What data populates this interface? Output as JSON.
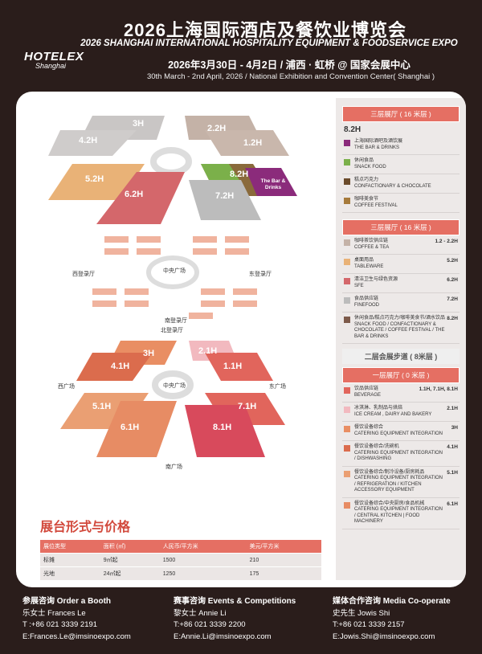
{
  "header": {
    "logo_text": "HOTELEX",
    "logo_sub": "Shanghai",
    "title_cn": "2026上海国际酒店及餐饮业博览会",
    "title_en": "2026 SHANGHAI INTERNATIONAL HOSPITALITY EQUIPMENT & FOODSERVICE EXPO",
    "date_cn": "2026年3月30日 - 4月2日 / 浦西 · 虹桥 @ 国家会展中心",
    "date_en": "30th March - 2nd April, 2026 / National Exhibition and Convention Center( Shanghai )"
  },
  "map": {
    "halls": [
      {
        "id": "3H-top",
        "label": "3H",
        "color": "#c9c6c5"
      },
      {
        "id": "4.2H",
        "label": "4.2H",
        "color": "#c9c6c5"
      },
      {
        "id": "2.2H",
        "label": "2.2H",
        "color": "#c4b2a7"
      },
      {
        "id": "1.2H",
        "label": "1.2H",
        "color": "#c4b2a7"
      },
      {
        "id": "5.2H",
        "label": "5.2H",
        "color": "#e9b277"
      },
      {
        "id": "6.2H",
        "label": "6.2H",
        "color": "#d4676b"
      },
      {
        "id": "8.2H",
        "label": "8.2H",
        "color": "#8a6a3b"
      },
      {
        "id": "7.2H",
        "label": "7.2H",
        "color": "#bcbcbc"
      },
      {
        "id": "bar",
        "label": "The Bar & Drinks",
        "color": "#8b2b7b"
      },
      {
        "id": "3H",
        "label": "3H",
        "color": "#e98e63"
      },
      {
        "id": "4.1H",
        "label": "4.1H",
        "color": "#db6c4d"
      },
      {
        "id": "2.1H",
        "label": "2.1H",
        "color": "#f2b9bf"
      },
      {
        "id": "1.1H",
        "label": "1.1H",
        "color": "#e1655c"
      },
      {
        "id": "5.1H",
        "label": "5.1H",
        "color": "#ea9f73"
      },
      {
        "id": "6.1H",
        "label": "6.1H",
        "color": "#e78c64"
      },
      {
        "id": "7.1H",
        "label": "7.1H",
        "color": "#d84a5c"
      },
      {
        "id": "8.1H",
        "label": "8.1H",
        "color": "#e1655c"
      }
    ],
    "labels": {
      "west_hall": "西登录厅",
      "east_hall": "东登录厅",
      "central_plaza": "中央广场",
      "south_hall": "南登录厅",
      "north_hall": "北登录厅",
      "west_plaza": "西广场",
      "east_plaza": "东广场",
      "central_plaza2": "中央广场",
      "south_plaza": "南广场"
    }
  },
  "legend": {
    "top_head": "三层展厅 ( 16 米层 )",
    "focus_hall": "8.2H",
    "focus_rows": [
      {
        "cn": "上海国际酒吧及酒饮展",
        "en": "THE BAR & DRINKS",
        "color": "#8b2b7b"
      },
      {
        "cn": "休闲食品",
        "en": "SNACK FOOD",
        "color": "#7bb04a"
      },
      {
        "cn": "糕点巧克力",
        "en": "CONFACTIONARY & CHOCOLATE",
        "color": "#6b4b2b"
      },
      {
        "cn": "咖啡美食节",
        "en": "COFFEE FESTIVAL",
        "color": "#a67a3b"
      }
    ],
    "mid_head": "三层展厅 ( 16 米层 )",
    "upper_rows": [
      {
        "cn": "咖啡茶饮供应链",
        "en": "COFFEE & TEA",
        "hall": "1.2 - 2.2H",
        "color": "#c4b2a7"
      },
      {
        "cn": "桌面用品",
        "en": "TABLEWARE",
        "hall": "5.2H",
        "color": "#e9b277"
      },
      {
        "cn": "清洁卫生与绿色资源",
        "en": "SFE",
        "hall": "6.2H",
        "color": "#d4676b"
      },
      {
        "cn": "食品供应链",
        "en": "FINEFOOD",
        "hall": "7.2H",
        "color": "#bcbcbc"
      },
      {
        "cn": "休闲食品/糕点巧克力/咖啡美食节/酒水饮品",
        "en": "SNACK FOOD / CONFACTIONARY & CHOCOLATE / COFFEE FESTIVAL / THE BAR & DRINKS",
        "hall": "8.2H",
        "color": "#7d5a4a"
      }
    ],
    "walkway": "二层会展步道 ( 8米层 )",
    "ground_head": "一层展厅 ( 0 米层 )",
    "ground_rows": [
      {
        "cn": "饮品供应链",
        "en": "BEVERAGE",
        "hall": "1.1H, 7.1H, 8.1H",
        "color": "#e1655c"
      },
      {
        "cn": "冰淇淋、乳制品与烘焙",
        "en": "ICE CREAM , DAIRY AND BAKERY",
        "hall": "2.1H",
        "color": "#f2b9bf"
      },
      {
        "cn": "餐饮设备综合",
        "en": "CATERING EQUIPMENT INTEGRATION",
        "hall": "3H",
        "color": "#e98e63"
      },
      {
        "cn": "餐饮设备综合/洗碗机",
        "en": "CATERING EQUIPMENT INTEGRATION / DISHWASHING",
        "hall": "4.1H",
        "color": "#db6c4d"
      },
      {
        "cn": "餐饮设备综合/制冷设备/厨房耗品",
        "en": "CATERING EQUIPMENT INTEGRATION / REFRIGERATION / KITCHEN ACCESSORY EQUIPMENT",
        "hall": "5.1H",
        "color": "#ea9f73"
      },
      {
        "cn": "餐饮设备综合/中央厨房/食品机械",
        "en": "CATERING EQUIPMENT INTEGRATION / CENTRAL KITCHEN | FOOD MACHINERY",
        "hall": "6.1H",
        "color": "#e78c64"
      }
    ]
  },
  "pricing": {
    "title": "展台形式与价格",
    "headers": [
      "展位类型",
      "面积 (㎡)",
      "人民币/平方米",
      "美元/平方米"
    ],
    "rows": [
      [
        "标摊",
        "9㎡起",
        "1500",
        "210"
      ],
      [
        "光地",
        "24㎡起",
        "1250",
        "175"
      ]
    ]
  },
  "contacts": [
    {
      "heading": "参展咨询 Order a Booth",
      "name": "乐女士   Frances Le",
      "tel": "T :+86 021 3339 2191",
      "email": "E:Frances.Le@imsinoexpo.com"
    },
    {
      "heading": "赛事咨询 Events & Competitions",
      "name": "黎女士 Annie Li",
      "tel": "T:+86 021 3339 2200",
      "email": "E:Annie.Li@imsinoexpo.com"
    },
    {
      "heading": "媒体合作咨询 Media Co-operate",
      "name": "史先生 Jowis Shi",
      "tel": "T:+86 021 3339 2157",
      "email": "E:Jowis.Shi@imsinoexpo.com"
    }
  ]
}
